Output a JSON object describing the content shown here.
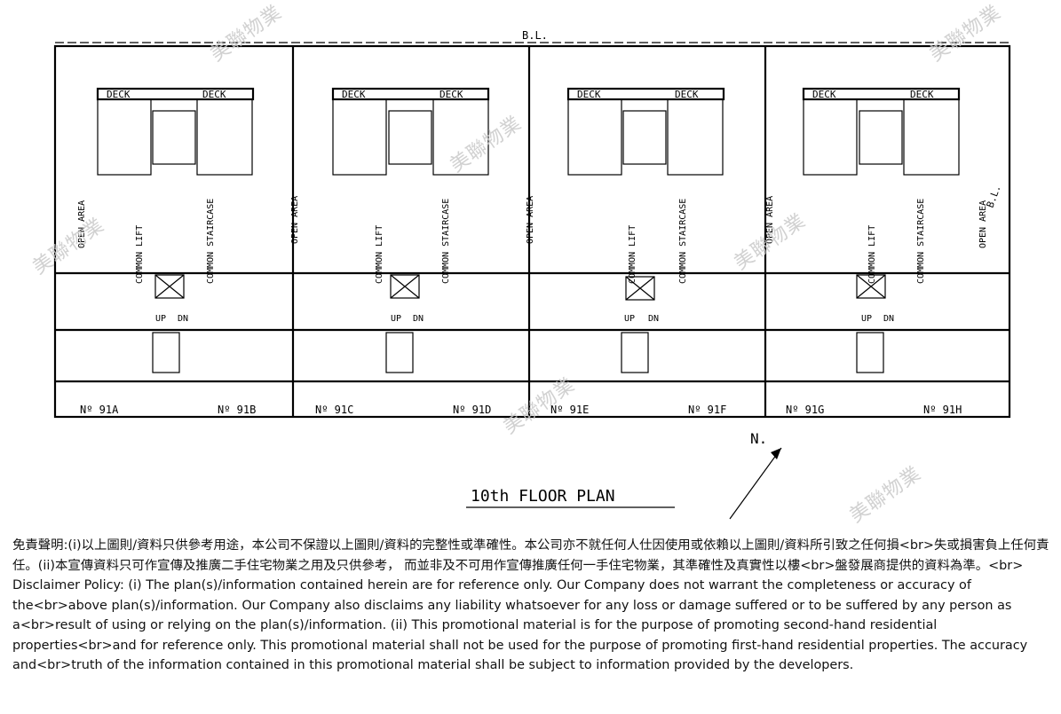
{
  "plan": {
    "title": "10th  FLOOR  PLAN",
    "building_line_label": "B.L.",
    "building_line_side_label": "B.L.",
    "north_label": "N.",
    "deck_label": "DECK",
    "open_area_label": "OPEN AREA",
    "common_lift_label": "COMMON LIFT",
    "common_staircase_label": "COMMON STAIRCASE",
    "up_label": "UP",
    "dn_label": "DN",
    "units": [
      "Nº 91A",
      "Nº 91B",
      "Nº 91C",
      "Nº 91D",
      "Nº 91E",
      "Nº 91F",
      "Nº 91G",
      "Nº 91H"
    ]
  },
  "watermark": {
    "text": "美聯物業"
  },
  "disclaimer": {
    "zh": "免責聲明:(i)以上圖則/資料只供參考用途，本公司不保證以上圖則/資料的完整性或準確性。本公司亦不就任何人仕因使用或依賴以上圖則/資料所引致之任何損<br>失或損害負上任何責任。(ii)本宣傳資料只可作宣傳及推廣二手住宅物業之用及只供參考， 而並非及不可用作宣傳推廣任何一手住宅物業，其準確性及真實性以樓<br>盤發展商提供的資料為準。<br>",
    "en": "Disclaimer Policy: (i) The plan(s)/information contained herein are for reference only. Our Company does not warrant the completeness or accuracy of the<br>above plan(s)/information. Our Company also disclaims any liability whatsoever for any loss or damage suffered or to be suffered by any person as a<br>result of using or relying on the plan(s)/information. (ii) This promotional material is for the purpose of promoting second-hand residential properties<br>and for reference only. This promotional material shall not be used for the purpose of promoting first-hand residential properties. The accuracy and<br>truth of the information contained in this promotional material shall be subject to information provided by the developers."
  }
}
